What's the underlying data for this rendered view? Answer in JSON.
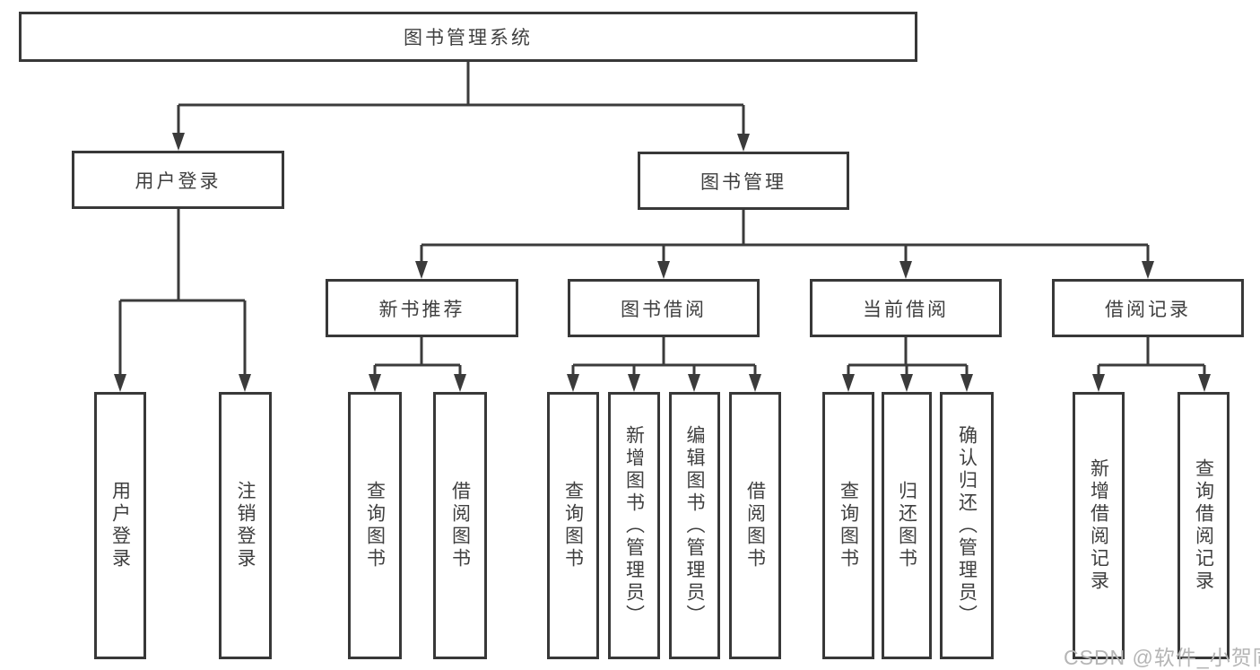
{
  "diagram": {
    "root": {
      "label": "图书管理系统"
    },
    "level2": [
      {
        "label": "用户登录"
      },
      {
        "label": "图书管理"
      }
    ],
    "level3": [
      {
        "label": "新书推荐"
      },
      {
        "label": "图书借阅"
      },
      {
        "label": "当前借阅"
      },
      {
        "label": "借阅记录"
      }
    ],
    "leaves": {
      "user_login": [
        "用户登录",
        "注销登录"
      ],
      "new_books": [
        "查询图书",
        "借阅图书"
      ],
      "book_borrow": [
        "查询图书",
        "新增图书（管理员）",
        "编辑图书（管理员）",
        "借阅图书"
      ],
      "current_borrow": [
        "查询图书",
        "归还图书",
        "确认归还（管理员）"
      ],
      "borrow_records": [
        "新增借阅记录",
        "查询借阅记录"
      ]
    }
  },
  "watermark": "CSDN @软件_小贺同学",
  "colors": {
    "line": "#3b3b3b",
    "border": "#383838",
    "text": "#3f3f3f",
    "watermark": "#b5b5b5",
    "background": "#ffffff"
  }
}
